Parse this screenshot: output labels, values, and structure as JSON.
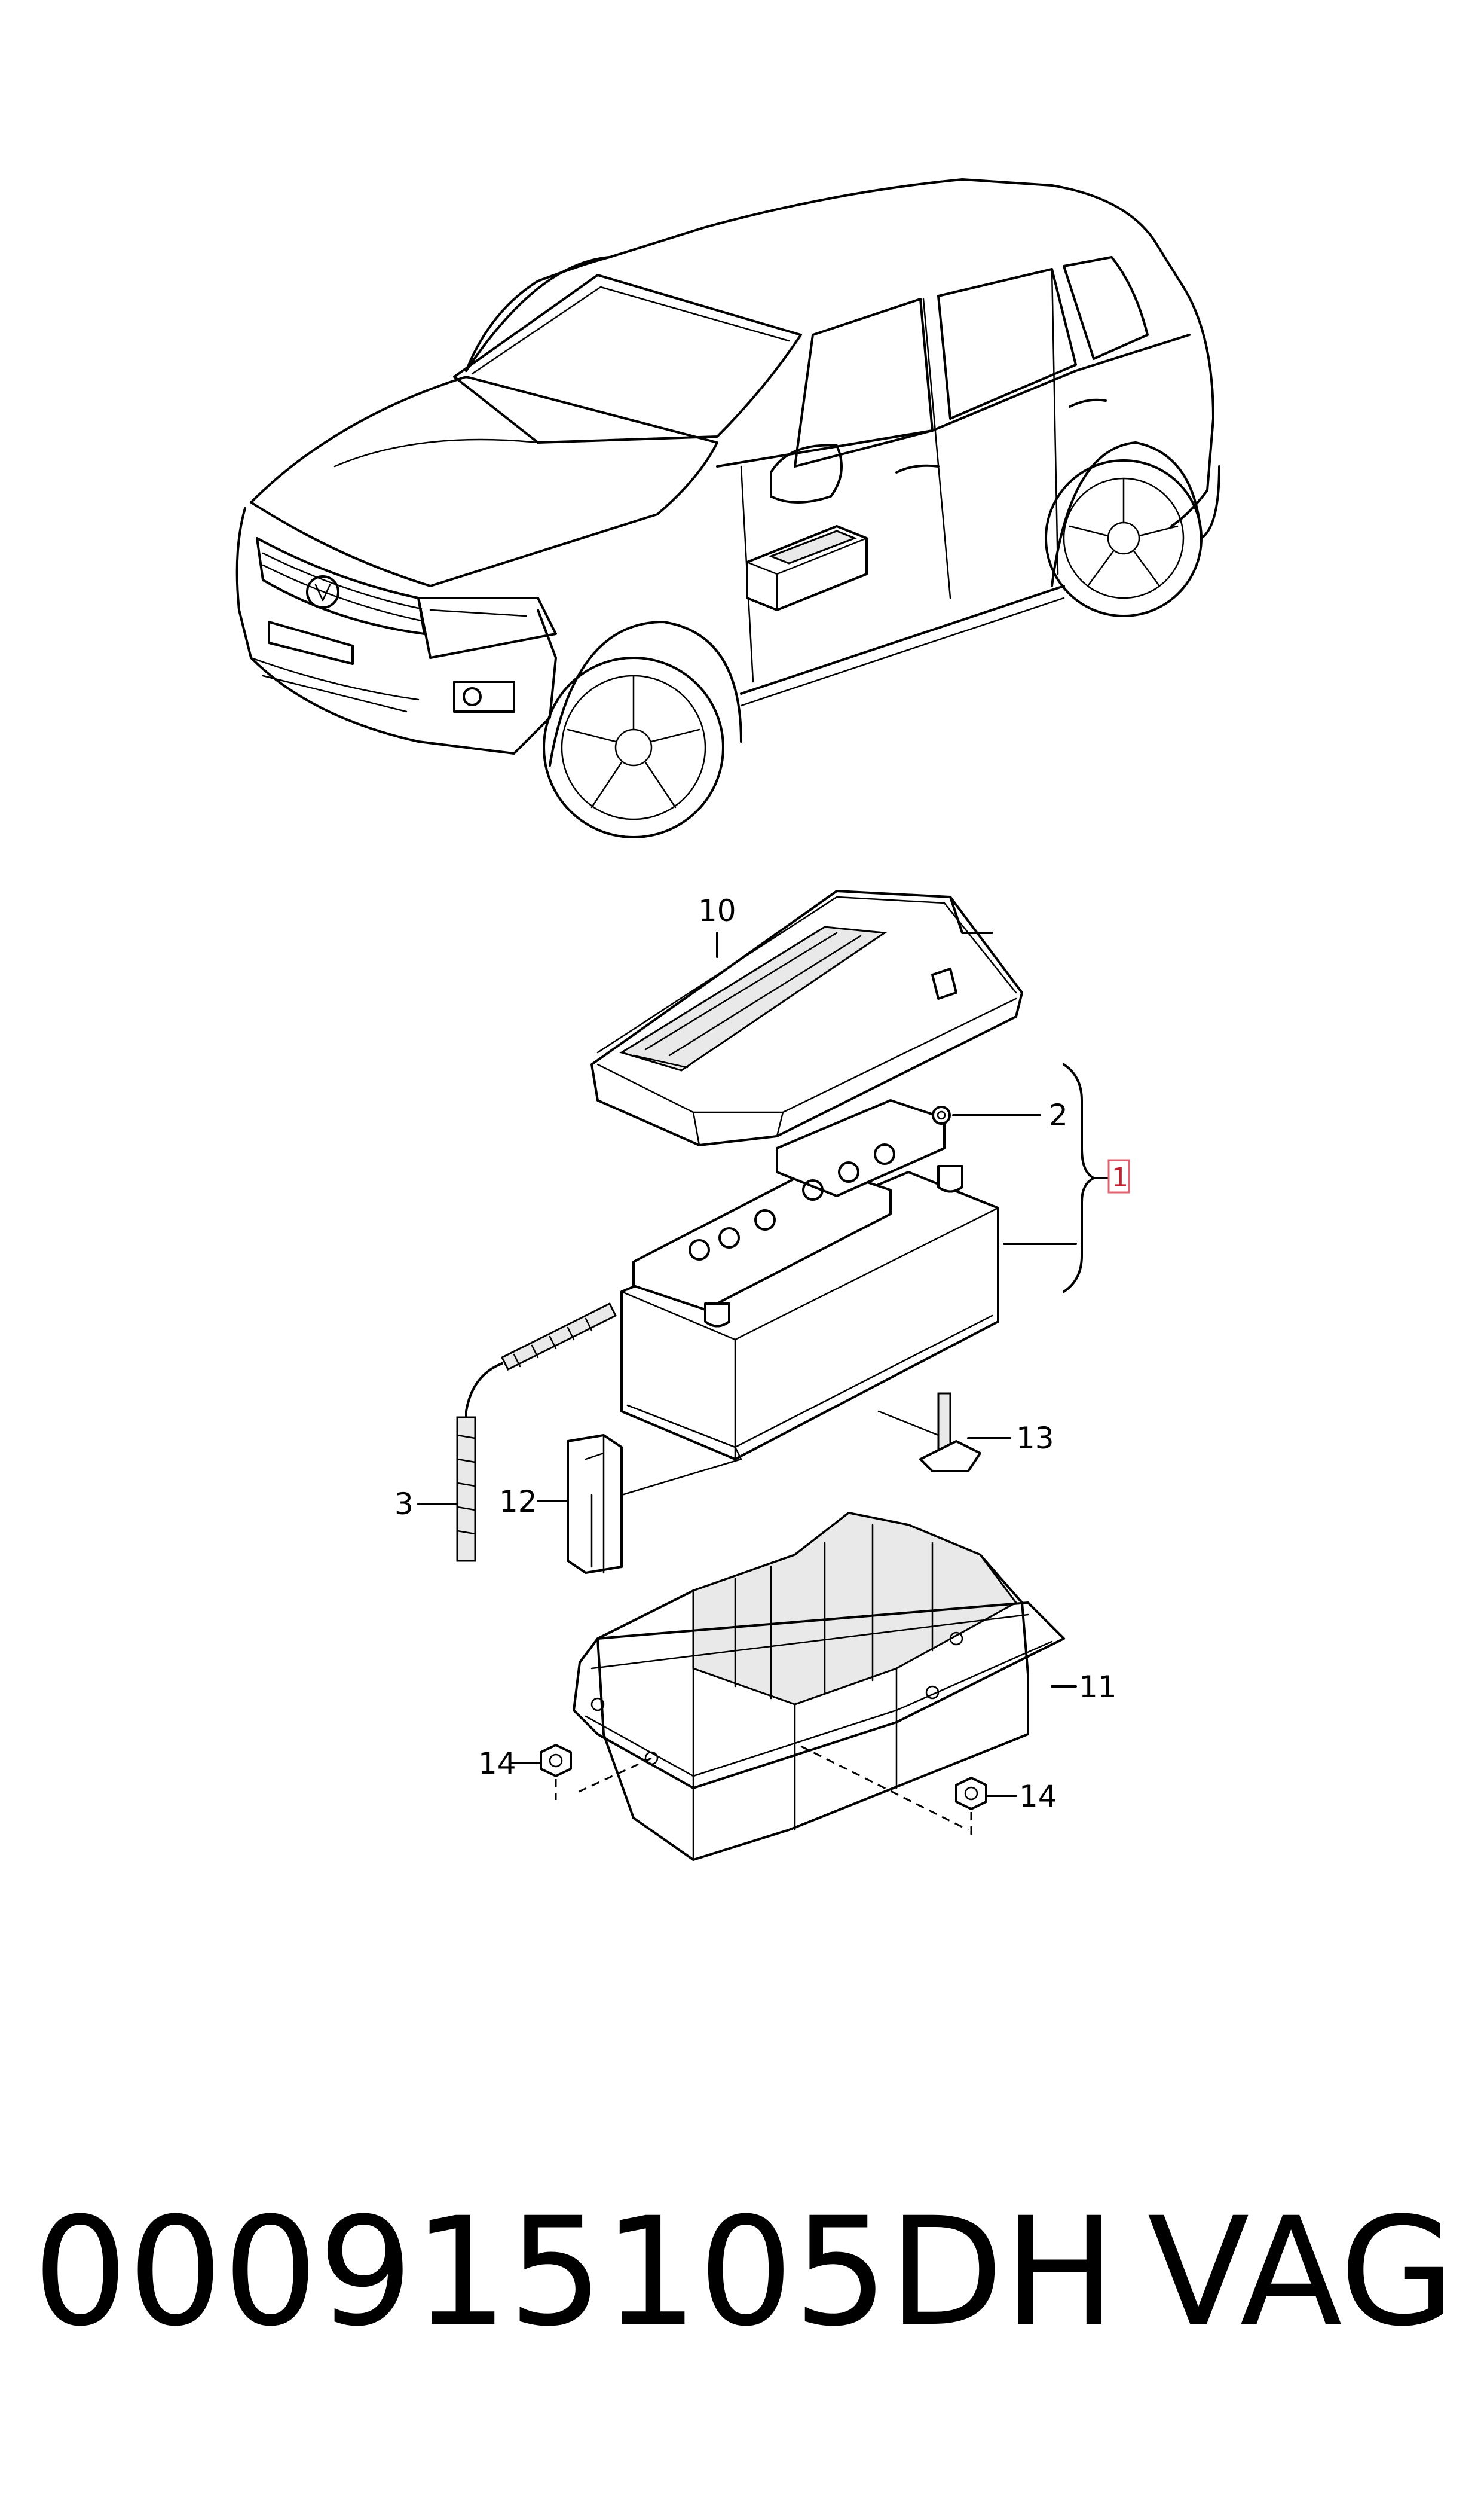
{
  "diagram": {
    "callouts": {
      "c1": "1",
      "c2": "2",
      "c3": "3",
      "c10": "10",
      "c11": "11",
      "c12": "12",
      "c13": "13",
      "c14a": "14",
      "c14b": "14"
    },
    "highlight_color": "#e06070"
  },
  "footer": {
    "part_number": "000915105DH",
    "brand": "VAG"
  }
}
